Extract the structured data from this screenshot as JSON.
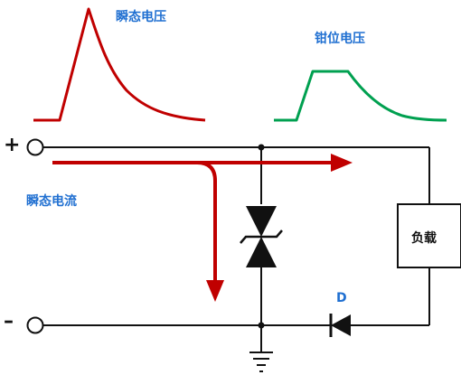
{
  "labels": {
    "transient_voltage": "瞬态电压",
    "clamp_voltage": "钳位电压",
    "transient_current": "瞬态电流",
    "load": "负载",
    "diode": "D",
    "positive_terminal": "+",
    "negative_terminal": "–"
  },
  "colors": {
    "transient": "#c00000",
    "clamp": "#00a050",
    "wire": "#111111",
    "label": "#1f6fd1"
  }
}
